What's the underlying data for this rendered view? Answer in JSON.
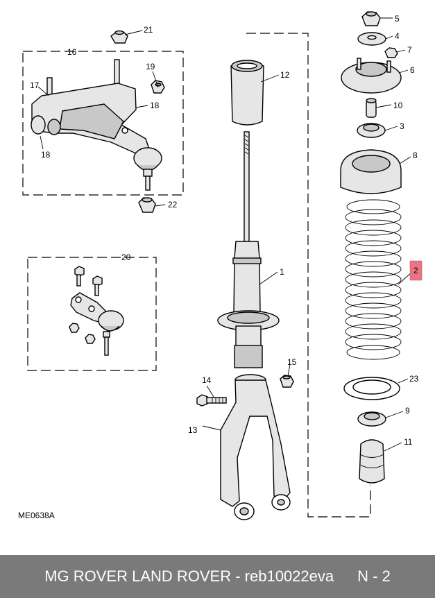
{
  "diagram": {
    "drawing_code": "ME0638A",
    "callouts": {
      "c1": "1",
      "c2": "2",
      "c3": "3",
      "c4": "4",
      "c5": "5",
      "c6": "6",
      "c7": "7",
      "c8": "8",
      "c9": "9",
      "c10": "10",
      "c11": "11",
      "c12": "12",
      "c13": "13",
      "c14": "14",
      "c15": "15",
      "c16": "16",
      "c17": "17",
      "c18a": "18",
      "c18b": "18",
      "c19": "19",
      "c20": "20",
      "c21": "21",
      "c22": "22",
      "c23": "23"
    },
    "highlighted_callout": "2",
    "highlight_color": "#e87582"
  },
  "footer": {
    "brand_text": "MG ROVER LAND ROVER - reb10022eva",
    "page_label": "N - 2",
    "background": "#7a7a7a"
  }
}
